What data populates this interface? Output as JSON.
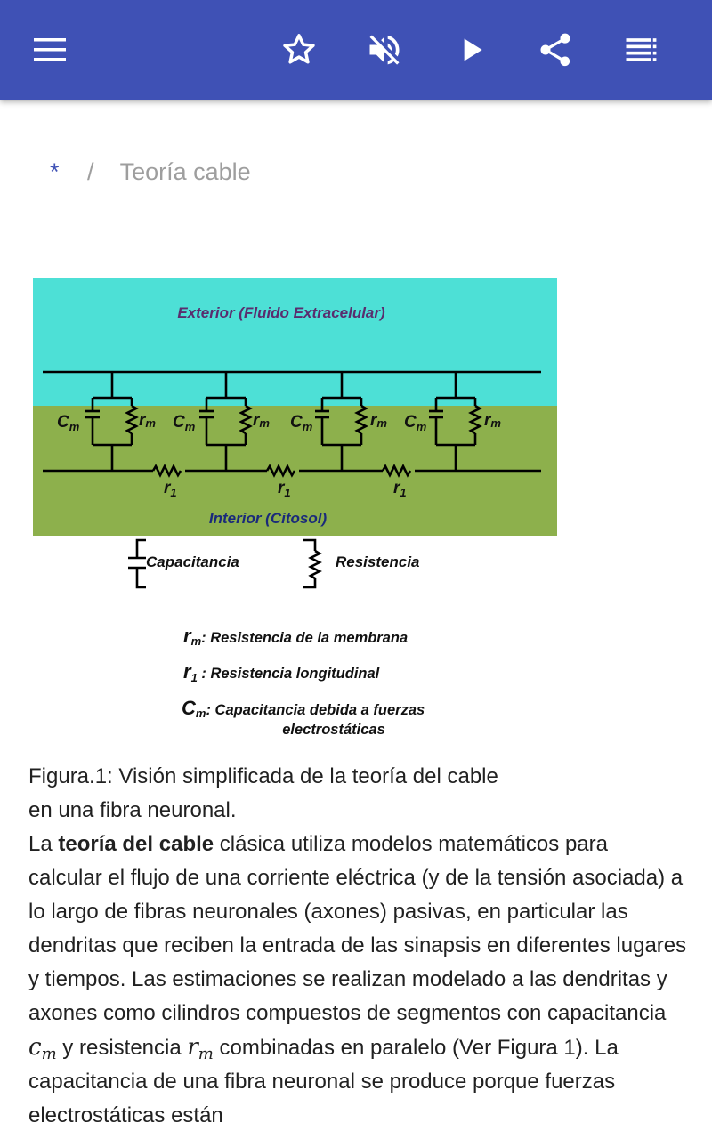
{
  "toolbar": {
    "icons": [
      "menu-icon",
      "star-icon",
      "volume-off-icon",
      "play-icon",
      "share-icon",
      "playlist-icon"
    ],
    "color": "#3f51b5"
  },
  "breadcrumb": {
    "home": "*",
    "separator": "/",
    "current": "Teoría cable"
  },
  "figure": {
    "exterior_label": "Exterior (Fluido Extracelular)",
    "interior_label": "Interior (Citosol)",
    "cm_label": "C",
    "cm_sub": "m",
    "rm_label": "r",
    "rm_sub": "m",
    "rl_label": "r",
    "rl_sub": "1",
    "legend_capacitance": "Capacitancia",
    "legend_resistance": "Resistencia",
    "def_rm_text": ": Resistencia de la membrana",
    "def_rl_text": " : Resistencia longitudinal",
    "def_cm_text": ": Capacitancia debida a fuerzas",
    "def_cm_text2": "electrostáticas",
    "colors": {
      "exterior": "#4de0d6",
      "interior": "#8db04c",
      "exterior_text": "#5a2d6e",
      "interior_text": "#1a2a7a"
    }
  },
  "caption": {
    "line1": "Figura.1: Visión simplificada de la teoría del cable",
    "line2": "en una fibra neuronal.",
    "p_start": "La ",
    "p_bold": "teoría del cable",
    "p_part1": " clásica utiliza modelos matemáticos para calcular el flujo de una corriente eléctrica (y de la tensión asociada) a lo largo de fibras neuronales (axones) pasivas, en particular las dendritas que reciben la entrada de las sinapsis en diferentes lugares y tiempos. Las estimaciones se realizan modelado a las dendritas y axones como cilindros compuestos de segmentos con capacitancia ",
    "math_cm_base": "c",
    "math_cm_sub": "m",
    "p_part2": " y resistencia ",
    "math_rm_base": "r",
    "math_rm_sub": "m",
    "p_part3": " combinadas en paralelo (Ver Figura 1). La capacitancia de una fibra neuronal se produce porque fuerzas electrostáticas están"
  }
}
